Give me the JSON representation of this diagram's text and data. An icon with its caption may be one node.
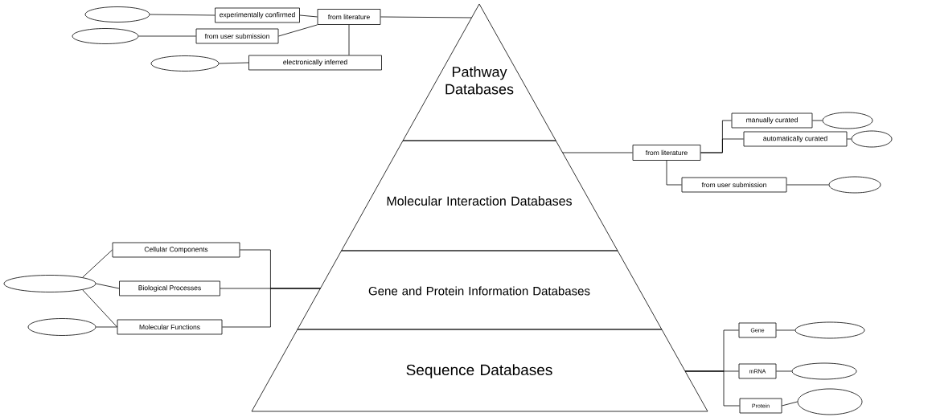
{
  "diagram": {
    "nodes": [
      {
        "text": [
          "Pathway Databases"
        ]
      },
      {
        "text": [
          "Molecular Interaction Databases"
        ]
      },
      {
        "text": [
          "Gene and Protein Information Databases"
        ]
      },
      {
        "text": [
          "Sequence Databases"
        ]
      },
      {
        "text": [
          "from literature"
        ]
      },
      {
        "text": [
          "experimentally confirmed"
        ]
      },
      {
        "text": [
          "from user submission"
        ]
      },
      {
        "text": [
          "electronically inferred"
        ]
      },
      {
        "text": [],
        "shape": "ellipse"
      },
      {
        "text": [],
        "shape": "ellipse"
      },
      {
        "text": [],
        "shape": "ellipse"
      },
      {
        "text": [
          "from literature"
        ]
      },
      {
        "text": [
          "manually curated"
        ]
      },
      {
        "text": [
          "automatically curated"
        ]
      },
      {
        "text": [
          "from user submission"
        ]
      },
      {
        "text": [],
        "shape": "ellipse"
      },
      {
        "text": [],
        "shape": "ellipse"
      },
      {
        "text": [],
        "shape": "ellipse"
      },
      {
        "text": [],
        "shape": "ellipse"
      },
      {
        "text": [
          "Cellular  Components"
        ]
      },
      {
        "text": [
          "Biological Processes"
        ]
      },
      {
        "text": [
          "Molecular Functions"
        ]
      },
      {
        "text": [],
        "shape": "ellipse"
      },
      {
        "text": [
          "Gene"
        ]
      },
      {
        "text": [
          "mRNA"
        ]
      },
      {
        "text": [
          "Protein"
        ]
      },
      {
        "text": [],
        "shape": "ellipse"
      },
      {
        "text": [],
        "shape": "ellipse"
      },
      {
        "text": [],
        "shape": "ellipse"
      }
    ],
    "edges": [
      {
        "from": 8,
        "to": 5,
        "arrow": "none"
      },
      {
        "from": 5,
        "to": 4,
        "arrow": "none"
      },
      {
        "from": 9,
        "to": 6,
        "arrow": "none"
      },
      {
        "from": 6,
        "to": 4,
        "arrow": "none"
      },
      {
        "from": 10,
        "to": 7,
        "arrow": "none"
      },
      {
        "from": 7,
        "to": 4,
        "arrow": "none"
      },
      {
        "from": 4,
        "to": 0,
        "arrow": "none"
      },
      {
        "from": 1,
        "to": 11,
        "arrow": "none"
      },
      {
        "from": 11,
        "to": 12,
        "arrow": "none"
      },
      {
        "from": 11,
        "to": 13,
        "arrow": "none"
      },
      {
        "from": 11,
        "to": 14,
        "arrow": "none"
      },
      {
        "from": 12,
        "to": 15,
        "arrow": "none"
      },
      {
        "from": 13,
        "to": 16,
        "arrow": "none"
      },
      {
        "from": 14,
        "to": 17,
        "arrow": "none"
      },
      {
        "from": 18,
        "to": 19,
        "arrow": "none"
      },
      {
        "from": 18,
        "to": 20,
        "arrow": "none"
      },
      {
        "from": 18,
        "to": 21,
        "arrow": "none"
      },
      {
        "from": 22,
        "to": 21,
        "arrow": "none"
      },
      {
        "from": 19,
        "to": 2,
        "arrow": "none"
      },
      {
        "from": 20,
        "to": 2,
        "arrow": "none"
      },
      {
        "from": 21,
        "to": 2,
        "arrow": "none"
      },
      {
        "from": 3,
        "to": 23,
        "arrow": "none"
      },
      {
        "from": 3,
        "to": 24,
        "arrow": "none"
      },
      {
        "from": 3,
        "to": 25,
        "arrow": "none"
      },
      {
        "from": 23,
        "to": 26,
        "arrow": "none"
      },
      {
        "from": 24,
        "to": 27,
        "arrow": "none"
      },
      {
        "from": 25,
        "to": 28,
        "arrow": "none"
      }
    ]
  }
}
